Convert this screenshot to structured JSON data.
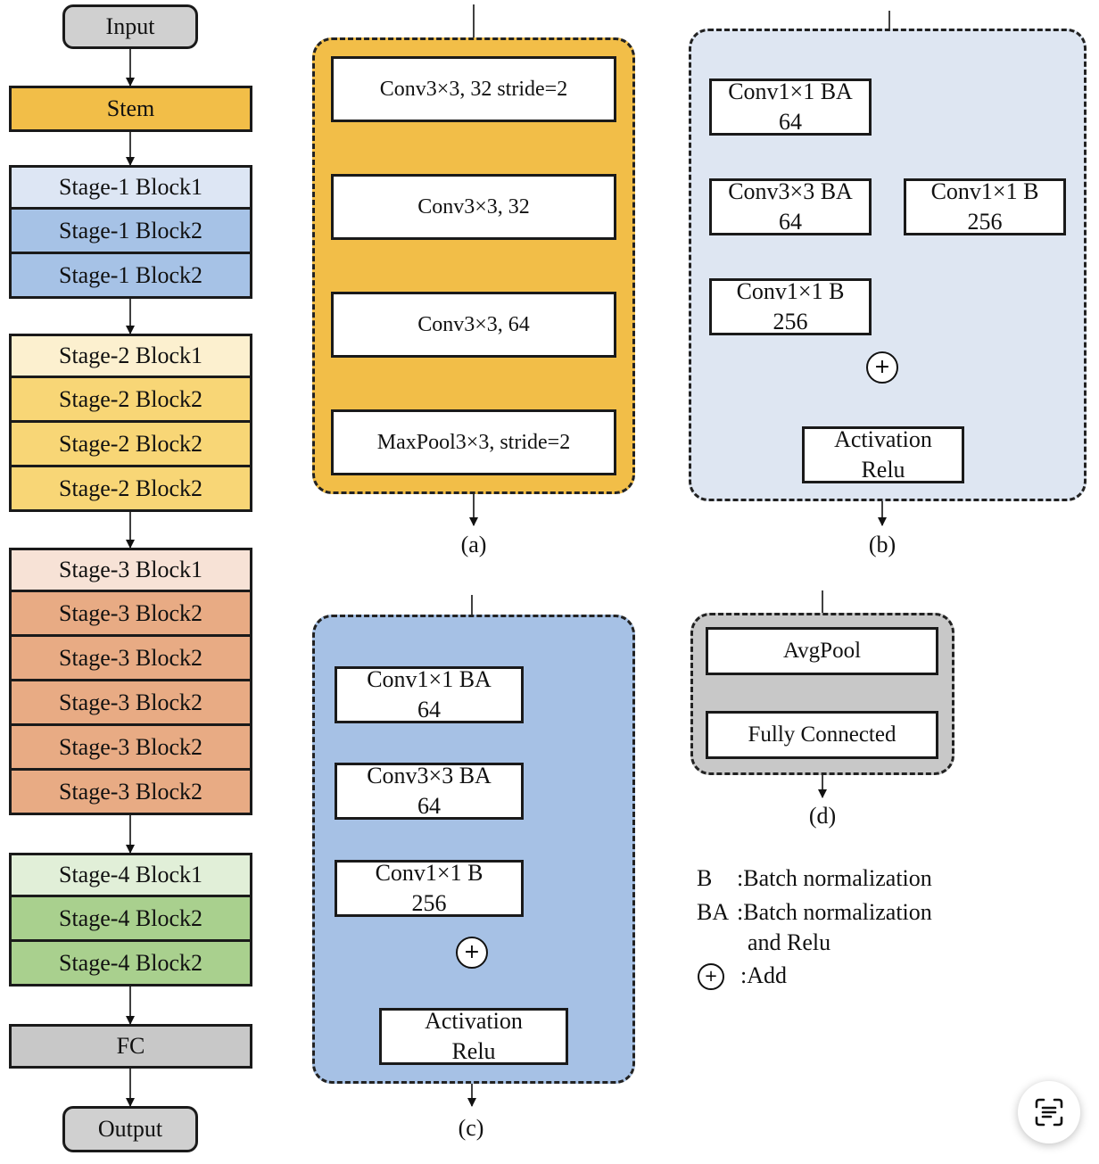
{
  "colors": {
    "stem": "#F2BE48",
    "stage1_first": "#DDE6F4",
    "stage1_rest": "#A6C2E6",
    "stage2_first": "#FCF0CF",
    "stage2_rest": "#F8D676",
    "stage3_first": "#F7E2D6",
    "stage3_rest": "#E8AB84",
    "stage4_first": "#E1EFD8",
    "stage4_rest": "#A9D08E",
    "io": "#D0D0D0",
    "fc": "#C8C8C8",
    "panel_a": "#F2BE48",
    "panel_b": "#DEE6F2",
    "panel_c": "#A6C1E5",
    "panel_d": "#C8C8C8"
  },
  "left_column": {
    "input": "Input",
    "stem": "Stem",
    "stage1": [
      "Stage-1 Block1",
      "Stage-1 Block2",
      "Stage-1 Block2"
    ],
    "stage2": [
      "Stage-2 Block1",
      "Stage-2 Block2",
      "Stage-2 Block2",
      "Stage-2 Block2"
    ],
    "stage3": [
      "Stage-3 Block1",
      "Stage-3 Block2",
      "Stage-3 Block2",
      "Stage-3 Block2",
      "Stage-3 Block2",
      "Stage-3 Block2"
    ],
    "stage4": [
      "Stage-4 Block1",
      "Stage-4 Block2",
      "Stage-4 Block2"
    ],
    "fc": "FC",
    "output": "Output"
  },
  "panel_a": {
    "caption": "(a)",
    "boxes": [
      "Conv3×3, 32 stride=2",
      "Conv3×3, 32",
      "Conv3×3, 64",
      "MaxPool3×3, stride=2"
    ]
  },
  "panel_b": {
    "caption": "(b)",
    "conv1": [
      "Conv1×1 BA",
      "64"
    ],
    "conv2": [
      "Conv3×3 BA",
      "64"
    ],
    "conv3": [
      "Conv1×1 B",
      "256"
    ],
    "shortcut": [
      "Conv1×1 B",
      "256"
    ],
    "activation": [
      "Activation",
      "Relu"
    ]
  },
  "panel_c": {
    "caption": "(c)",
    "conv1": [
      "Conv1×1 BA",
      "64"
    ],
    "conv2": [
      "Conv3×3 BA",
      "64"
    ],
    "conv3": [
      "Conv1×1 B",
      "256"
    ],
    "activation": [
      "Activation",
      "Relu"
    ]
  },
  "panel_d": {
    "caption": "(d)",
    "boxes": [
      "AvgPool",
      "Fully Connected"
    ]
  },
  "legend": {
    "b_key": "B",
    "b_text": ":Batch normalization",
    "ba_key": "BA",
    "ba_text": ":Batch normalization",
    "ba_text2": "and Relu",
    "add_text": ":Add"
  },
  "icons": {
    "add": "circle-plus-icon",
    "lens": "text-scan-icon"
  }
}
